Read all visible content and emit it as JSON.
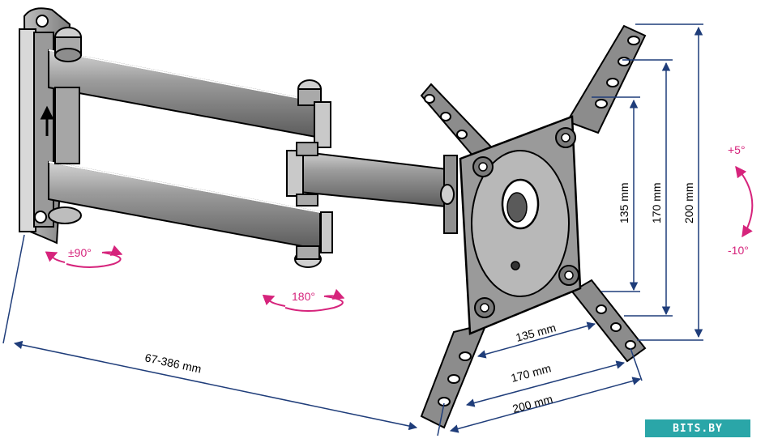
{
  "labels": {
    "swivel_wall": "±90°",
    "swivel_arm": "180°",
    "tilt_up": "+5°",
    "tilt_down": "-10°",
    "reach": "67-386 mm",
    "vesa_h_small": "135 mm",
    "vesa_h_mid": "170 mm",
    "vesa_h_large": "200 mm",
    "vesa_v_small": "135 mm",
    "vesa_v_mid": "170 mm",
    "vesa_v_large": "200 mm"
  },
  "watermark": "BITS.BY",
  "colors": {
    "outline": "#000000",
    "metal": "#8a8a8a",
    "metal_light": "#bdbdbd",
    "metal_dark": "#3a3a3a",
    "dimension_line": "#1f3d7a",
    "rotation_arrow": "#d6247c",
    "watermark_bg": "#2aa6a8"
  }
}
